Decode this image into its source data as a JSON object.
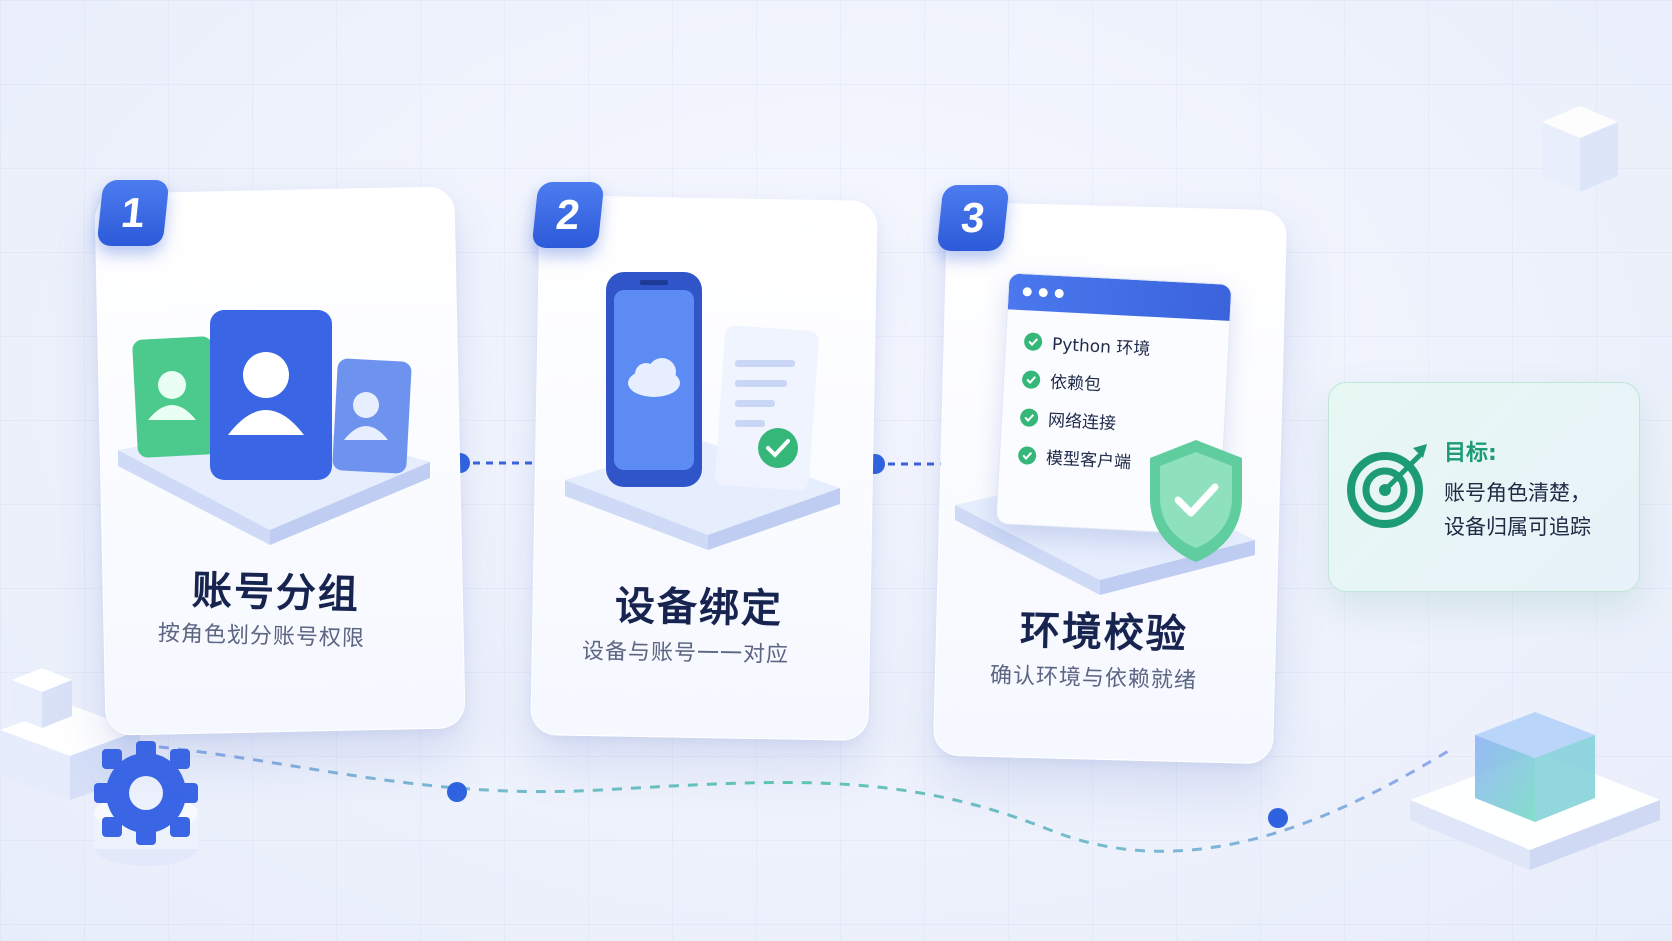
{
  "steps": [
    {
      "number": "1",
      "title": "账号分组",
      "desc": "按角色划分账号权限"
    },
    {
      "number": "2",
      "title": "设备绑定",
      "desc": "设备与账号一一对应"
    },
    {
      "number": "3",
      "title": "环境校验",
      "desc": "确认环境与依赖就绪"
    }
  ],
  "checklist": [
    "Python 环境",
    "依赖包",
    "网络连接",
    "模型客户端"
  ],
  "goal": {
    "title": "目标:",
    "line1": "账号角色清楚，",
    "line2": "设备归属可追踪"
  },
  "colors": {
    "primary": "#3a63dc",
    "green": "#35b779",
    "teal": "#1d9b72",
    "title": "#17244f"
  },
  "icons": [
    "user-group-icon",
    "phone-cloud-icon",
    "document-check-icon",
    "shield-check-icon",
    "target-icon",
    "gear-icon",
    "cube-icon"
  ]
}
